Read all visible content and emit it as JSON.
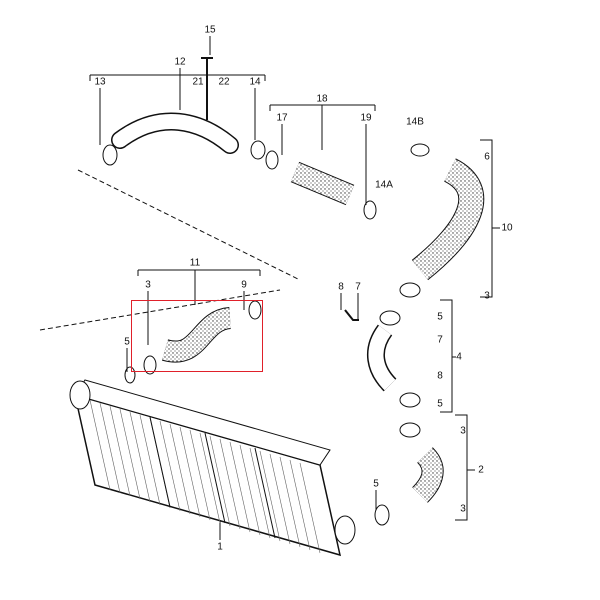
{
  "diagram": {
    "highlight_color": "#e0202a",
    "highlighted_part": "11",
    "labels": [
      {
        "id": "15",
        "text": "15"
      },
      {
        "id": "12",
        "text": "12"
      },
      {
        "id": "21",
        "text": "21"
      },
      {
        "id": "22",
        "text": "22"
      },
      {
        "id": "13",
        "text": "13"
      },
      {
        "id": "14",
        "text": "14"
      },
      {
        "id": "18",
        "text": "18"
      },
      {
        "id": "17",
        "text": "17"
      },
      {
        "id": "19",
        "text": "19"
      },
      {
        "id": "14B",
        "text": "14B"
      },
      {
        "id": "6",
        "text": "6"
      },
      {
        "id": "14A",
        "text": "14A"
      },
      {
        "id": "10",
        "text": "10"
      },
      {
        "id": "11",
        "text": "11"
      },
      {
        "id": "3a",
        "text": "3"
      },
      {
        "id": "9",
        "text": "9"
      },
      {
        "id": "8a",
        "text": "8"
      },
      {
        "id": "7a",
        "text": "7"
      },
      {
        "id": "3b",
        "text": "3"
      },
      {
        "id": "5a",
        "text": "5"
      },
      {
        "id": "7b",
        "text": "7"
      },
      {
        "id": "4",
        "text": "4"
      },
      {
        "id": "8b",
        "text": "8"
      },
      {
        "id": "5b",
        "text": "5"
      },
      {
        "id": "3c",
        "text": "3"
      },
      {
        "id": "2",
        "text": "2"
      },
      {
        "id": "5c",
        "text": "5"
      },
      {
        "id": "3d",
        "text": "3"
      },
      {
        "id": "5d",
        "text": "5"
      },
      {
        "id": "1",
        "text": "1"
      }
    ]
  }
}
